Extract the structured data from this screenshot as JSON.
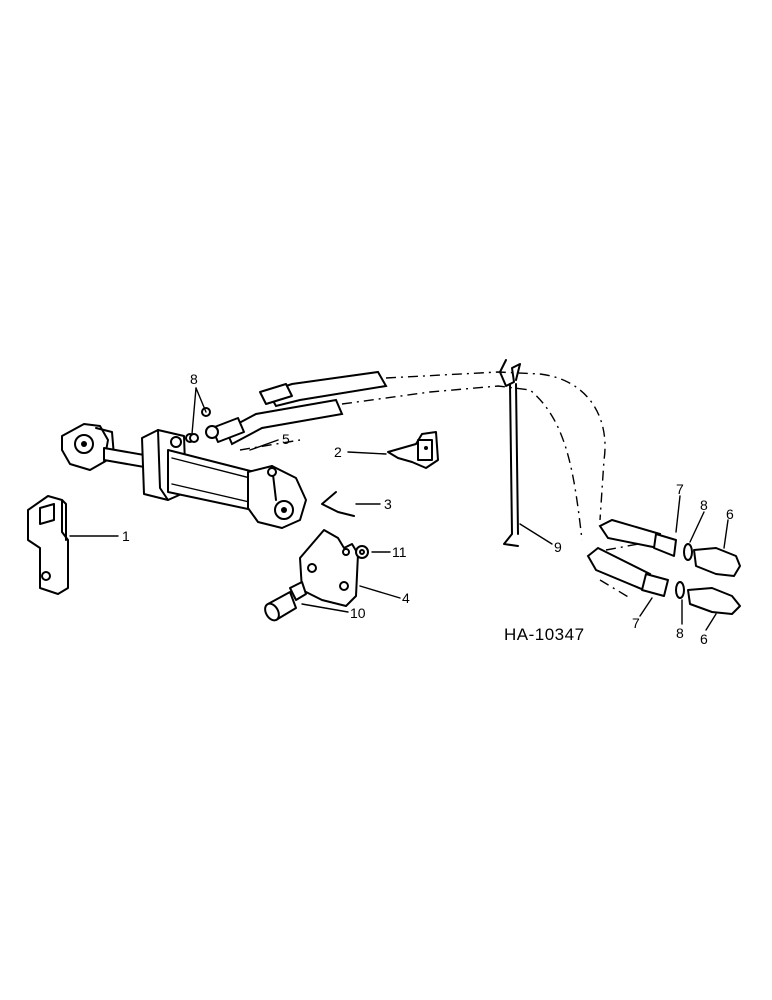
{
  "figure_code": "HA-10347",
  "callouts": {
    "c1": "1",
    "c2": "2",
    "c3": "3",
    "c4": "4",
    "c5": "5",
    "c6a": "6",
    "c6b": "6",
    "c7a": "7",
    "c7b": "7",
    "c8a": "8",
    "c8b": "8",
    "c8c": "8",
    "c9": "9",
    "c10": "10",
    "c11": "11"
  }
}
